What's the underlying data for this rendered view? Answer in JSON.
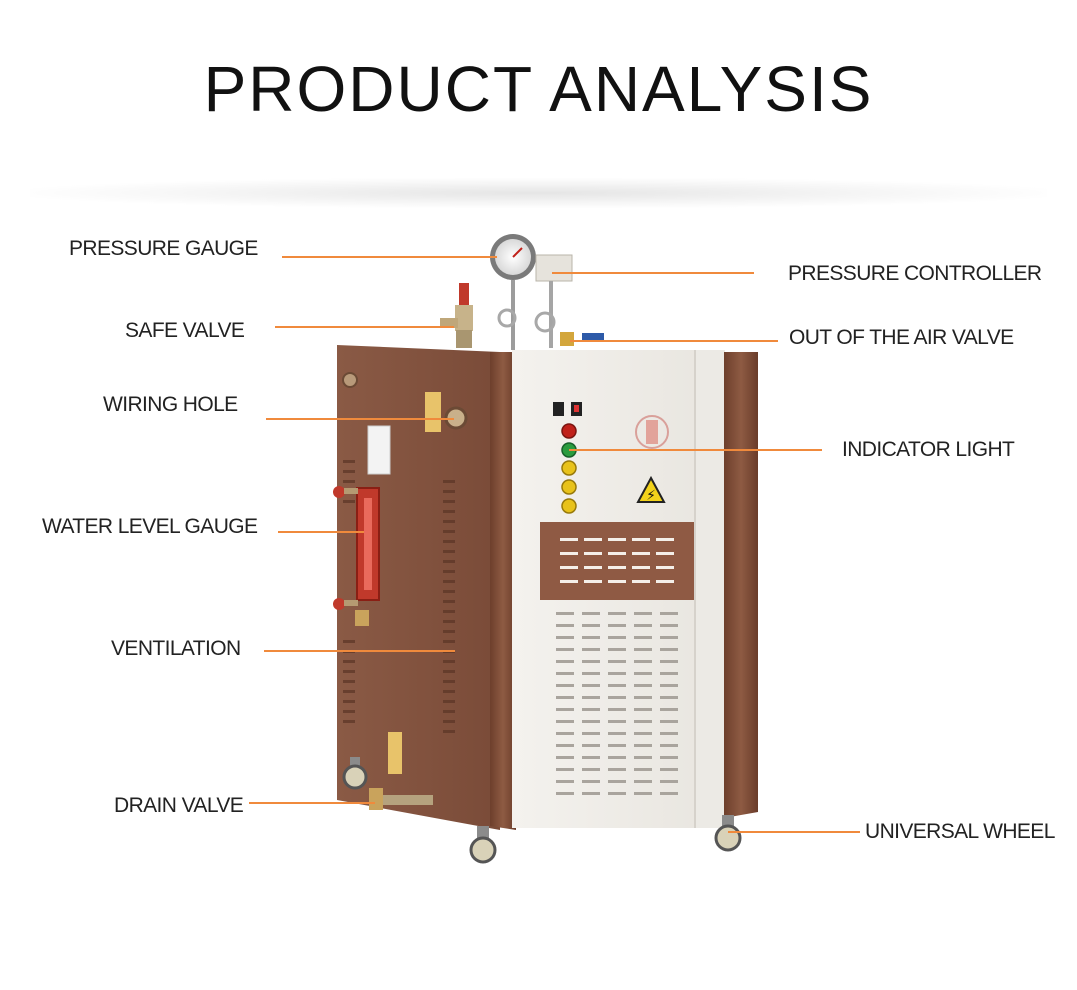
{
  "title": "PRODUCT ANALYSIS",
  "accent_color": "#f08a3c",
  "labels": {
    "pressure_gauge": "PRESSURE GAUGE",
    "safe_valve": "SAFE VALVE",
    "wiring_hole": "WIRING HOLE",
    "water_level_gauge": "WATER LEVEL GAUGE",
    "ventilation": "VENTILATION",
    "drain_valve": "DRAIN VALVE",
    "pressure_controller": "PRESSURE CONTROLLER",
    "out_of_the_air_valve": "OUT OF THE AIR VALVE",
    "indicator_light": "INDICATOR LIGHT",
    "universal_wheel": "UNIVERSAL WHEEL"
  },
  "product": {
    "warning_symbol": "⚡",
    "icons": [
      "pressure-gauge-icon",
      "warning-icon",
      "indicator-light-icon",
      "wheel-icon"
    ]
  }
}
